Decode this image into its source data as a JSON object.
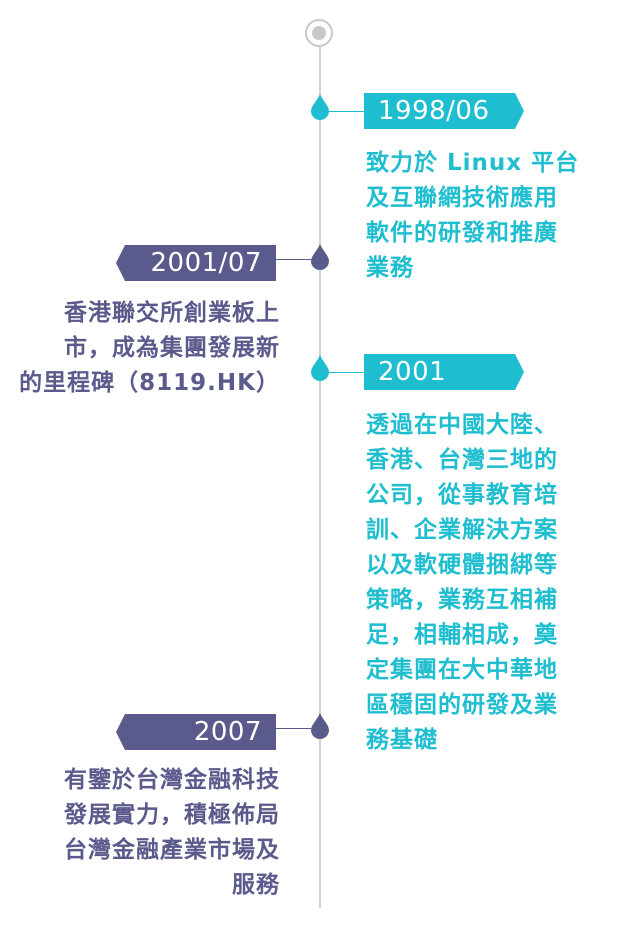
{
  "colors": {
    "teal": "#1ebed0",
    "purple": "#5a5a8c",
    "axis": "#d3d3d3",
    "start_marker": "#c9c9c9"
  },
  "timeline": [
    {
      "date": "1998/06",
      "side": "right",
      "lines": [
        "致力於 Linux 平台",
        "及互聯網技術應用",
        "軟件的研發和推廣",
        "業務"
      ]
    },
    {
      "date": "2001/07",
      "side": "left",
      "lines": [
        "香港聯交所創業板上",
        "市，成為集團發展新",
        "的里程碑（8119.HK）"
      ]
    },
    {
      "date": "2001",
      "side": "right",
      "lines": [
        "透過在中國大陸、",
        "香港、台灣三地的",
        "公司，從事教育培",
        "訓、企業解決方案",
        "以及軟硬體捆綁等",
        "策略，業務互相補",
        "足，相輔相成，奠",
        "定集團在大中華地",
        "區穩固的研發及業",
        "務基礎"
      ]
    },
    {
      "date": "2007",
      "side": "left",
      "lines": [
        "有鑒於台灣金融科技",
        "發展實力，積極佈局",
        "台灣金融產業市場及",
        "服務"
      ]
    }
  ]
}
